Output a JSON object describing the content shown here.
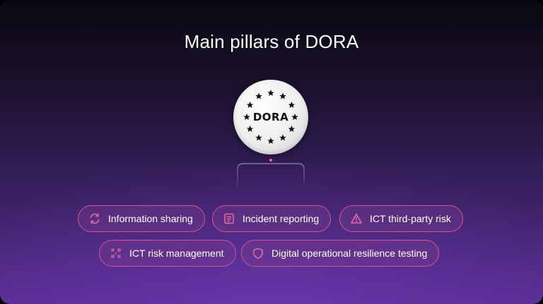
{
  "title": "Main pillars of DORA",
  "emblem": {
    "text": "DORA"
  },
  "pillars": [
    {
      "label": "Information sharing",
      "icon": "refresh-icon"
    },
    {
      "label": "Incident reporting",
      "icon": "document-list-icon"
    },
    {
      "label": "ICT third-party risk",
      "icon": "warning-triangle-icon"
    },
    {
      "label": "ICT risk management",
      "icon": "risk-nodes-icon"
    },
    {
      "label": "Digital operational resilience testing",
      "icon": "shield-icon"
    }
  ],
  "colors": {
    "accent": "#d9548a",
    "icon": "#e86aa8",
    "text": "#ffffff"
  }
}
